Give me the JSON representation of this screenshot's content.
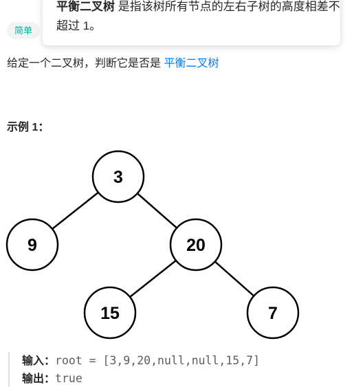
{
  "difficulty_badge": "简单",
  "tooltip": {
    "term": "平衡二叉树",
    "definition": " 是指该树所有节点的左右子树的高度相差不超过 1。"
  },
  "description": {
    "text": "给定一个二叉树，判断它是否是 ",
    "link": "平衡二叉树"
  },
  "example": {
    "title": "示例 1：",
    "input_label": "输入：",
    "input_value": "root = [3,9,20,null,null,15,7]",
    "output_label": "输出：",
    "output_value": "true"
  },
  "tree": {
    "nodes": [
      "3",
      "9",
      "20",
      "15",
      "7"
    ],
    "edges": [
      [
        0,
        1
      ],
      [
        0,
        2
      ],
      [
        2,
        3
      ],
      [
        2,
        4
      ]
    ]
  },
  "colors": {
    "link": "#007aff",
    "badge_text": "#00af9b",
    "badge_bg": "#f2f3f4"
  }
}
